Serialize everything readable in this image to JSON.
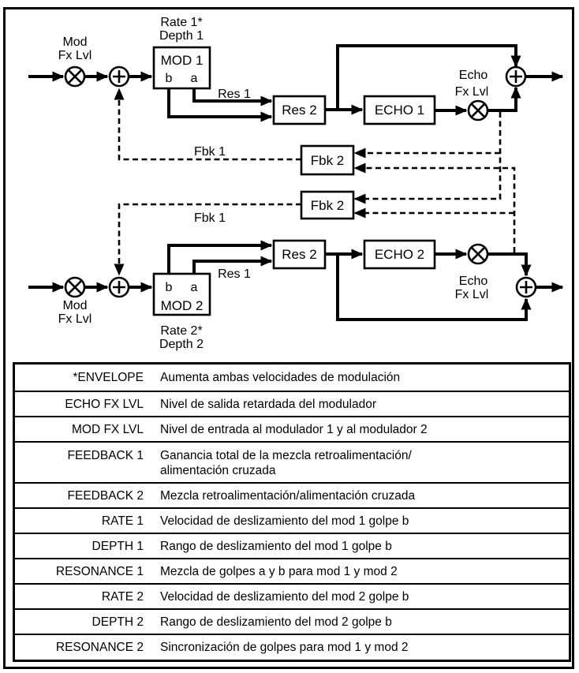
{
  "diagram": {
    "labels": {
      "mod": "Mod",
      "fx_lvl": "Fx Lvl",
      "rate_1": "Rate 1*",
      "depth_1": "Depth 1",
      "mod_1": "MOD 1",
      "tap_b": "b",
      "tap_a": "a",
      "res_1": "Res 1",
      "res_2": "Res 2",
      "echo_1": "ECHO 1",
      "echo_2": "ECHO 2",
      "echo": "Echo",
      "fbk_1": "Fbk 1",
      "fbk_2": "Fbk 2",
      "mod_2": "MOD 2",
      "rate_2": "Rate 2*",
      "depth_2": "Depth 2"
    }
  },
  "table": {
    "rows": [
      {
        "param": "*ENVELOPE",
        "description": "Aumenta ambas velocidades de modulación"
      },
      {
        "param": "ECHO FX LVL",
        "description": "Nivel de salida retardada del modulador"
      },
      {
        "param": "MOD FX LVL",
        "description": "Nivel de entrada al modulador 1 y al modulador 2"
      },
      {
        "param": "FEEDBACK 1",
        "description": "Ganancia total de la mezcla retroalimentación/\nalimentación cruzada"
      },
      {
        "param": "FEEDBACK 2",
        "description": "Mezcla retroalimentación/alimentación cruzada"
      },
      {
        "param": "RATE 1",
        "description": "Velocidad de deslizamiento del mod 1 golpe b"
      },
      {
        "param": "DEPTH 1",
        "description": "Rango de deslizamiento del mod 1 golpe b"
      },
      {
        "param": "RESONANCE 1",
        "description": "Mezcla de golpes a y b para mod 1 y mod 2"
      },
      {
        "param": "RATE 2",
        "description": "Velocidad de deslizamiento del mod 2 golpe b"
      },
      {
        "param": "DEPTH 2",
        "description": "Rango de deslizamiento del mod 2 golpe b"
      },
      {
        "param": "RESONANCE 2",
        "description": "Sincronización de golpes para mod 1 y mod 2"
      }
    ]
  },
  "colors": {
    "ink": "#000000",
    "background": "#ffffff"
  }
}
